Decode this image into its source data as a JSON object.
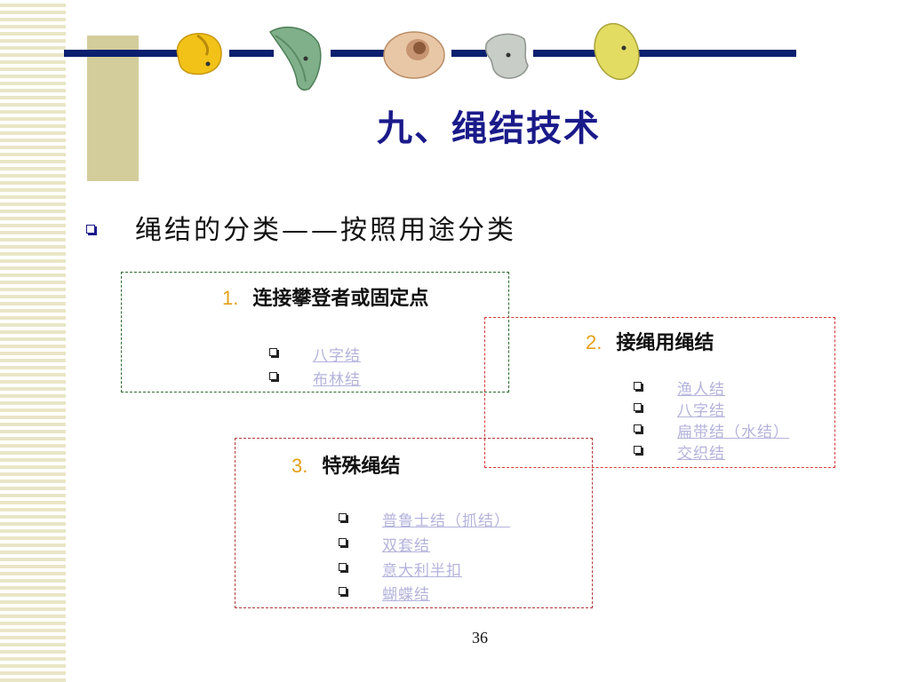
{
  "slide": {
    "title": "九、绳结技术",
    "subtitle": "绳结的分类——按照用途分类",
    "page_number": "36"
  },
  "groups": [
    {
      "number": "1.",
      "heading": "连接攀登者或固定点",
      "items": [
        "八字结",
        "布林结"
      ]
    },
    {
      "number": "2.",
      "heading": "接绳用绳结",
      "items": [
        "渔人结",
        "八字结",
        "扁带结（水结）",
        "交织结"
      ]
    },
    {
      "number": "3.",
      "heading": "特殊绳结",
      "items": [
        "普鲁士结（抓结）",
        "双套结",
        "意大利半扣",
        "蝴蝶结"
      ]
    }
  ],
  "colors": {
    "title": "#1a1a8a",
    "rule": "#0a1f6e",
    "number": "#e3a018",
    "link": "#b3b3dc",
    "box1_border": "#2f6b2f",
    "box2_border": "#d63a3a",
    "box3_border": "#b23a3a"
  },
  "decorations": [
    "yellow-climbing-hold-icon",
    "green-climbing-hold-icon",
    "tan-climbing-hold-icon",
    "gray-climbing-hold-icon",
    "lime-climbing-hold-icon"
  ]
}
